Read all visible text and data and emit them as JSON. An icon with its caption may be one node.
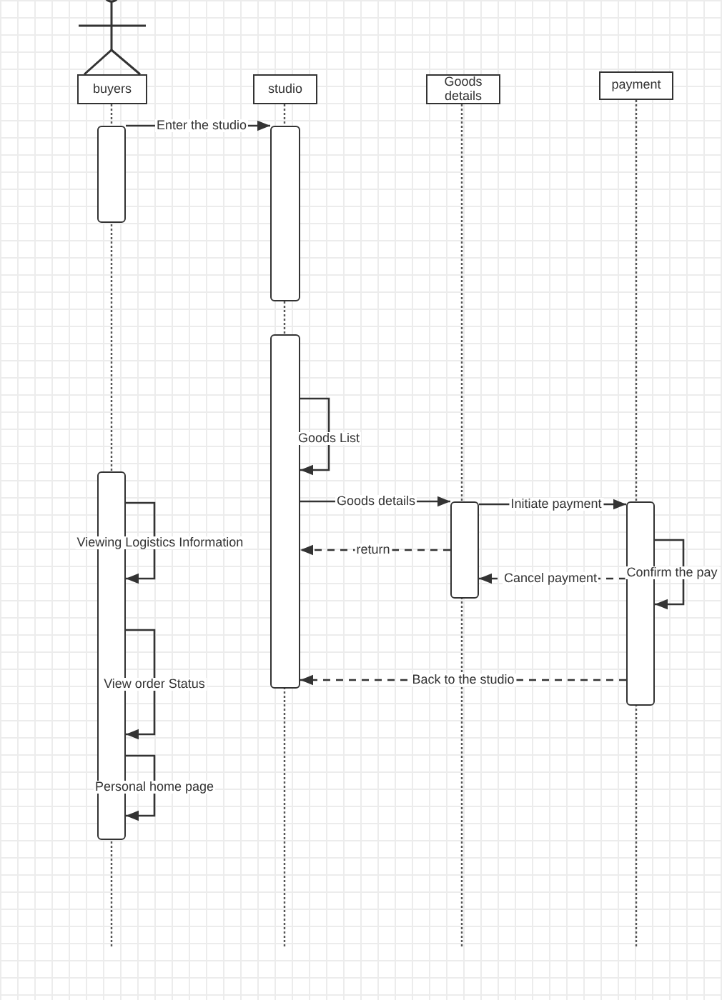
{
  "diagram": {
    "nodes": [
      {
        "text": [
          "buyers"
        ]
      },
      {
        "text": [
          "studio"
        ]
      },
      {
        "text": [
          "Goods details"
        ]
      },
      {
        "text": [
          "payment"
        ]
      },
      {
        "text": [],
        "shape": "bar"
      },
      {
        "text": [],
        "shape": "bar"
      },
      {
        "text": [],
        "shape": "bar"
      },
      {
        "text": [],
        "shape": "bar"
      },
      {
        "text": [],
        "shape": "bar"
      },
      {
        "text": [],
        "shape": "bar"
      }
    ],
    "edges": [
      {
        "from": 4,
        "to": 5,
        "arrow": "to",
        "label": "Enter the studio"
      },
      {
        "from": 6,
        "to": 6,
        "arrow": "to",
        "label": "Goods List"
      },
      {
        "from": 6,
        "to": 8,
        "arrow": "to",
        "label": "Goods details"
      },
      {
        "from": 8,
        "to": 9,
        "arrow": "to",
        "label": "Initiate payment"
      },
      {
        "from": 8,
        "to": 6,
        "arrow": "to",
        "label": "return",
        "style": "dashed"
      },
      {
        "from": 9,
        "to": 9,
        "arrow": "to",
        "label": "Confirm the pay"
      },
      {
        "from": 9,
        "to": 8,
        "arrow": "to",
        "label": "Cancel payment",
        "style": "dashed"
      },
      {
        "from": 9,
        "to": 6,
        "arrow": "to",
        "label": "Back to the studio",
        "style": "dashed"
      },
      {
        "from": 7,
        "to": 7,
        "arrow": "to",
        "label": "Viewing Logistics Information"
      },
      {
        "from": 7,
        "to": 7,
        "arrow": "to",
        "label": "View order Status"
      },
      {
        "from": 7,
        "to": 7,
        "arrow": "to",
        "label": "Personal home page"
      }
    ]
  }
}
